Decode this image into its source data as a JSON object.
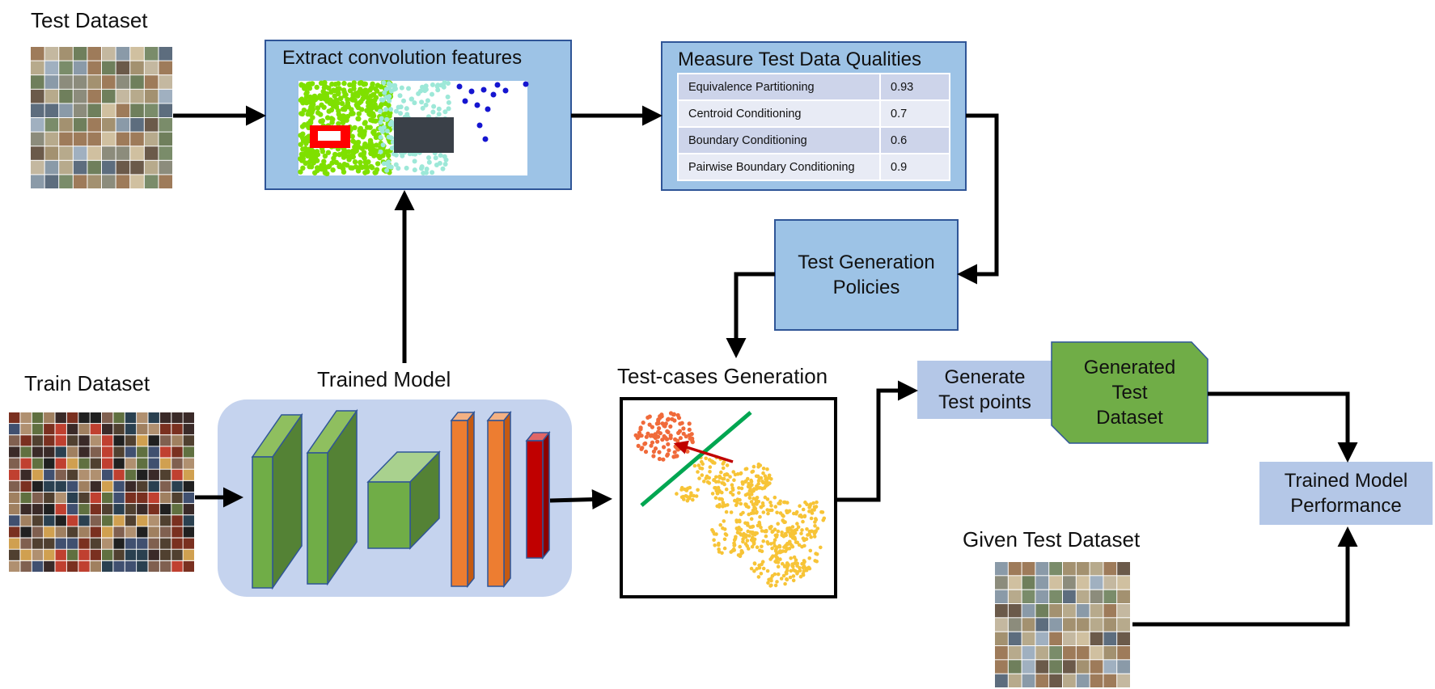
{
  "labels": {
    "test_dataset": "Test Dataset",
    "train_dataset": "Train Dataset",
    "trained_model": "Trained Model",
    "test_cases_generation": "Test-cases Generation",
    "given_test_dataset": "Given Test Dataset"
  },
  "boxes": {
    "extract_features": "Extract convolution features",
    "measure_qualities": "Measure Test Data Qualities",
    "test_generation_policies": [
      "Test Generation",
      "Policies"
    ],
    "generate_test_points": [
      "Generate",
      "Test points"
    ],
    "generated_test_dataset": [
      "Generated",
      "Test",
      "Dataset"
    ],
    "trained_model_performance": [
      "Trained Model",
      "Performance"
    ]
  },
  "metrics": [
    {
      "name": "Equivalence Partitioning",
      "value": "0.93"
    },
    {
      "name": "Centroid Conditioning",
      "value": "0.7"
    },
    {
      "name": "Boundary Conditioning",
      "value": "0.6"
    },
    {
      "name": "Pairwise Boundary Conditioning",
      "value": "0.9"
    }
  ],
  "colors": {
    "box_blue": "#9dc3e6",
    "box_border": "#2f5597",
    "light_blue": "#b4c7e7",
    "panel_bg": "#c5d3ee",
    "green_box": "#70ad47",
    "dark_green": "#548235",
    "orange": "#ed7d31",
    "red": "#c00000"
  },
  "icons": [
    "image-grid-icon",
    "cnn-layer-icon",
    "scatter-plot-icon",
    "arrow-icon"
  ]
}
